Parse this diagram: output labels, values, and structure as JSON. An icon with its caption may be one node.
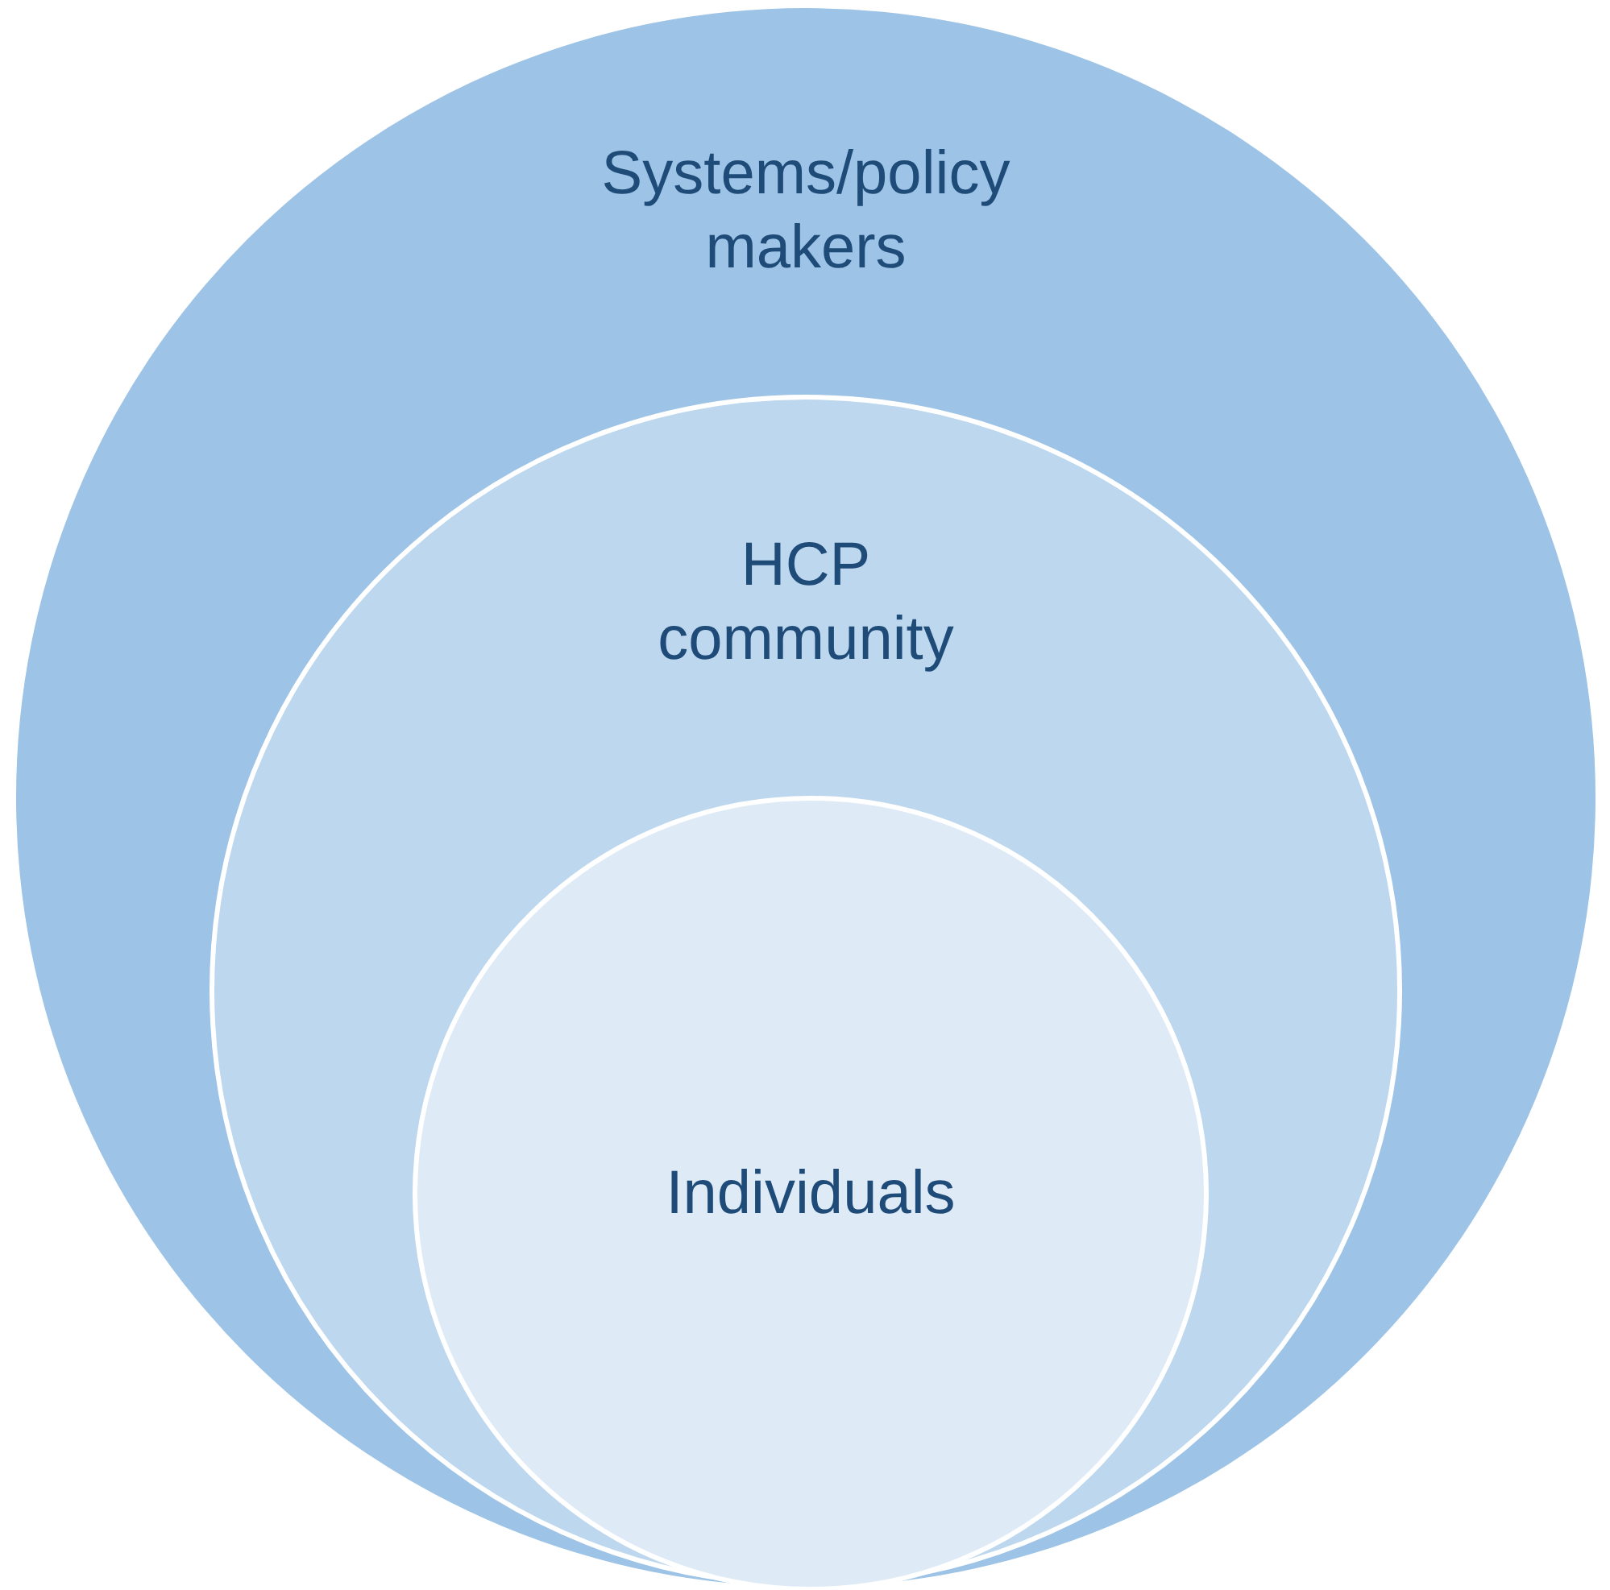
{
  "diagram": {
    "nodes": [
      {
        "text": [
          "Systems/policy makers"
        ]
      },
      {
        "text": [
          "HCP community"
        ],
        "in": 0
      },
      {
        "text": [
          "Individuals"
        ],
        "in": 1
      }
    ]
  }
}
